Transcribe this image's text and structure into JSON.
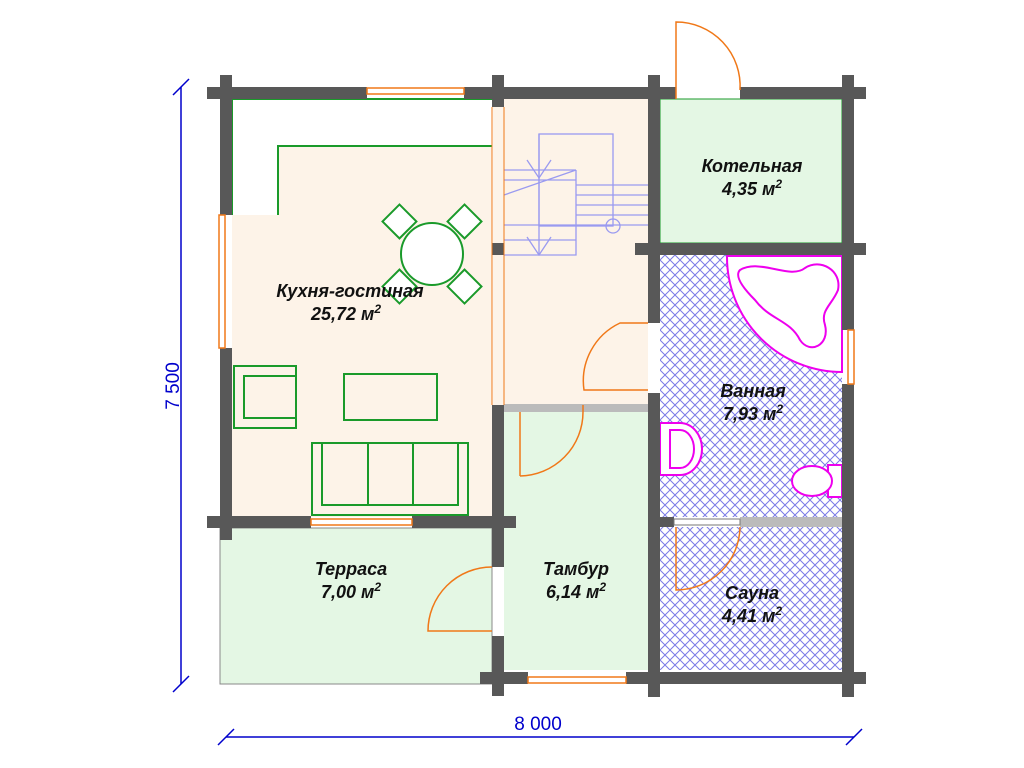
{
  "rooms": {
    "kitchen": {
      "name": "Кухня-гостиная",
      "area": "25,72 м",
      "sup": "2"
    },
    "boiler": {
      "name": "Котельная",
      "area": "4,35 м",
      "sup": "2"
    },
    "bath": {
      "name": "Ванная",
      "area": "7,93 м",
      "sup": "2"
    },
    "sauna": {
      "name": "Сауна",
      "area": "4,41 м",
      "sup": "2"
    },
    "terrace": {
      "name": "Терраса",
      "area": "7,00 м",
      "sup": "2"
    },
    "vestibule": {
      "name": "Тамбур",
      "area": "6,14 м",
      "sup": "2"
    }
  },
  "dimensions": {
    "height": "7 500",
    "width": "8 000"
  },
  "colors": {
    "wall": "#585858",
    "green_room": "#e4f7e4",
    "peach_room": "#fdf3e8",
    "door": "#f07818",
    "furniture": "#1a9a2a",
    "sanitary": "#ee00ee",
    "stairs": "#9a9af0",
    "dimension": "#0000cc"
  }
}
